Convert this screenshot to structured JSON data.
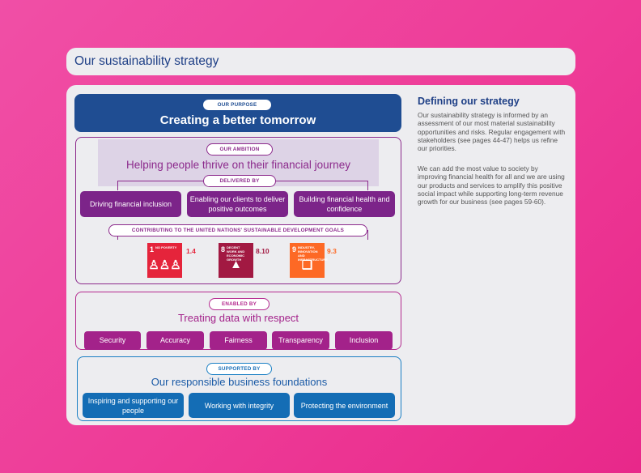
{
  "page_title": "Our sustainability strategy",
  "purpose": {
    "pill": "Our purpose",
    "title": "Creating a better tomorrow"
  },
  "ambition": {
    "pill": "Our ambition",
    "title": "Helping people thrive on their financial journey",
    "delivered_pill": "Delivered by",
    "pillars": [
      "Driving financial inclusion",
      "Enabling our clients to deliver positive outcomes",
      "Building financial health and confidence"
    ],
    "sdg_pill": "Contributing to the United Nations' sustainable development goals",
    "sdgs": [
      {
        "number": "1",
        "label": "NO POVERTY",
        "target": "1.4",
        "color": "#e5243b",
        "icon": "family-icon"
      },
      {
        "number": "8",
        "label": "DECENT WORK AND ECONOMIC GROWTH",
        "target": "8.10",
        "color": "#a21942",
        "icon": "growth-chart-icon"
      },
      {
        "number": "9",
        "label": "INDUSTRY, INNOVATION AND INFRASTRUCTURE",
        "target": "9.3",
        "color": "#fd6925",
        "icon": "cubes-icon"
      }
    ]
  },
  "data": {
    "pill": "Enabled by",
    "title": "Treating data with respect",
    "items": [
      "Security",
      "Accuracy",
      "Fairness",
      "Transparency",
      "Inclusion"
    ]
  },
  "foundations": {
    "pill": "Supported by",
    "title": "Our responsible business foundations",
    "items": [
      "Inspiring and supporting our people",
      "Working with integrity",
      "Protecting the environment"
    ]
  },
  "side": {
    "title": "Defining our strategy",
    "p1": "Our sustainability strategy is informed by an assessment of our most material sustainability opportunities and risks. Regular engagement with stakeholders (see pages 44-47) helps us refine our priorities.",
    "p2": "We can add the most value to society by improving financial health for all and we are using our products and services to amplify this positive social impact while supporting long-term revenue growth for our business (see pages 59-60)."
  }
}
